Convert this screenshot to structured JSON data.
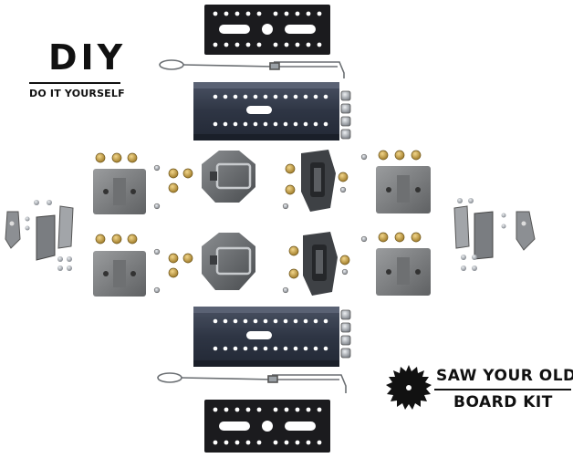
{
  "branding": {
    "diy_title": "DIY",
    "diy_subtitle": "DO IT YOURSELF",
    "kit_line1": "SAW YOUR OLD",
    "kit_line2": "BOARD KIT"
  },
  "icons": {
    "saw_blade": "saw-blade-icon"
  },
  "colors": {
    "plate_black": "#1b1b1e",
    "rail_navy": "#2f3645",
    "puck_gray": "#7d7f80",
    "brass": "#c9a24a",
    "steel": "#a9adb3"
  }
}
